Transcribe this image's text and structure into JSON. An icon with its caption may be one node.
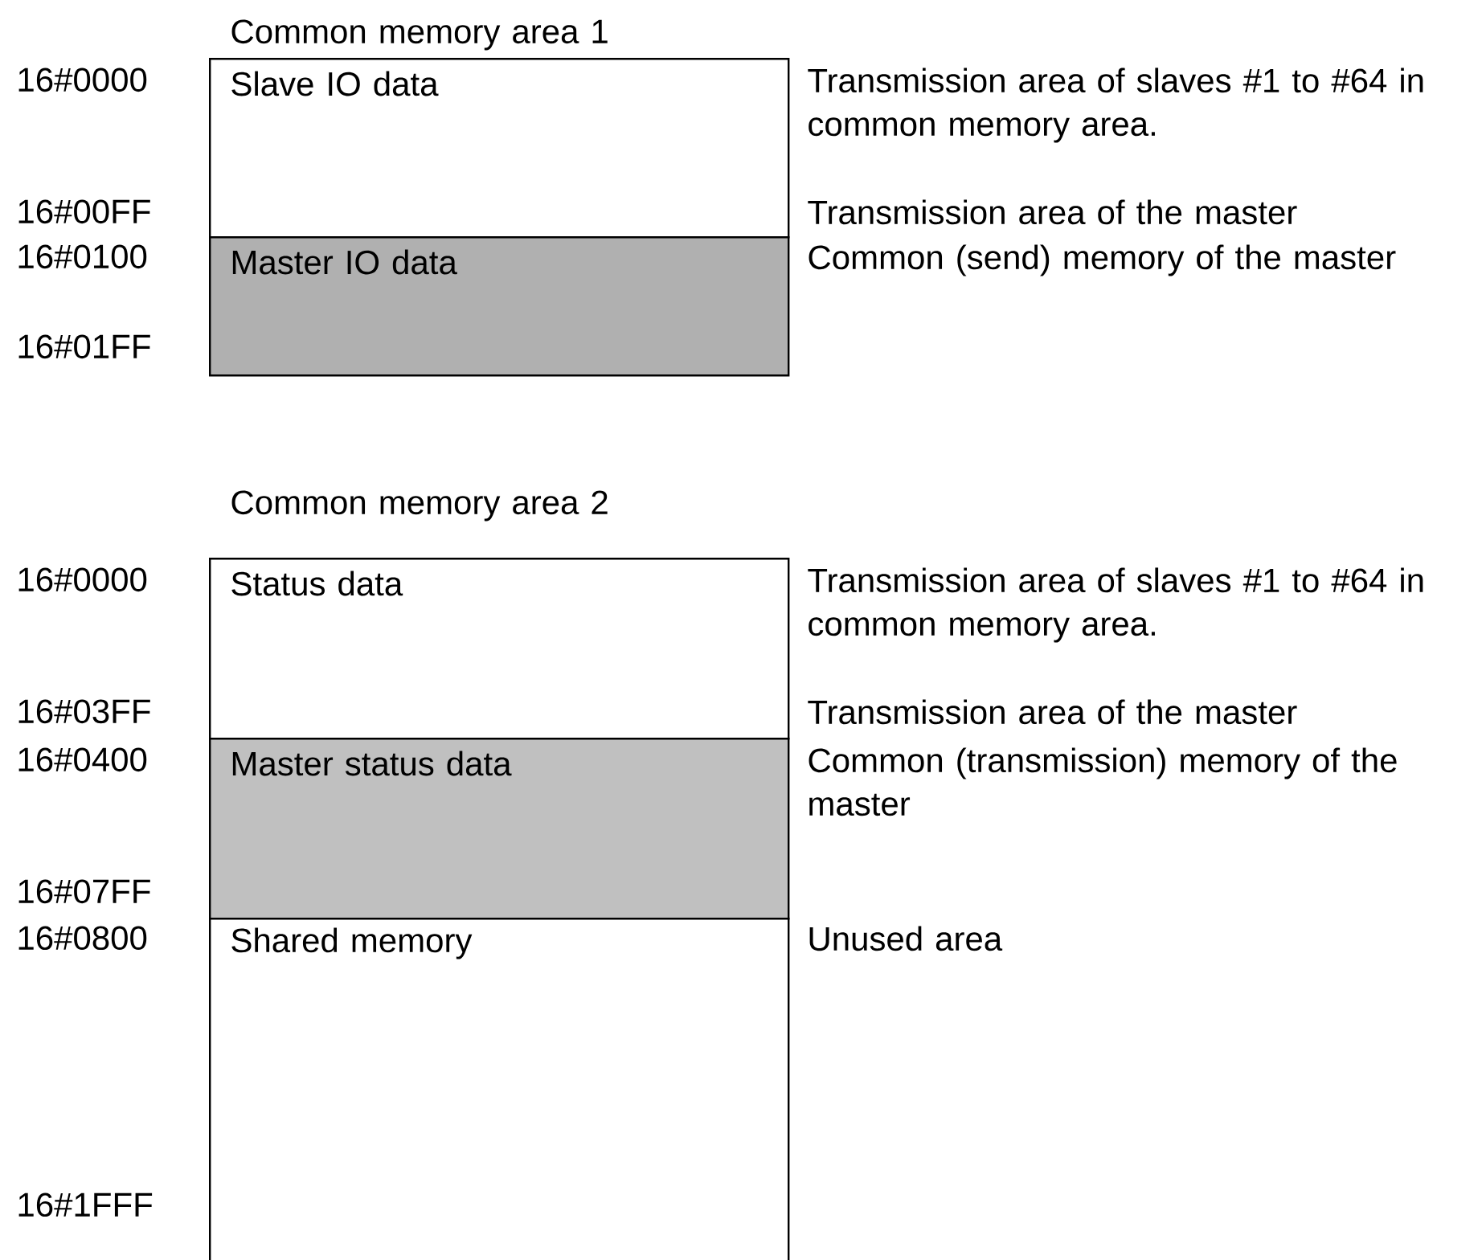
{
  "diagram": {
    "nodes": [
      {
        "text": [
          "Slave IO data"
        ]
      },
      {
        "text": [
          "Master IO data"
        ]
      },
      {
        "text": [
          "Status data"
        ]
      },
      {
        "text": [
          "Master status data"
        ]
      },
      {
        "text": [
          "Shared memory"
        ]
      }
    ],
    "labels": [
      "Common memory area 1",
      "16#0000",
      "Transmission area of slaves #1 to #64 in common memory area.",
      "16#00FF",
      "Transmission area of the master",
      "16#0100",
      "Common (send) memory of the master",
      "16#01FF",
      "Common memory area 2",
      "16#0000",
      "Transmission area of slaves #1 to #64 in common memory area.",
      "16#03FF",
      "Transmission area of the master",
      "16#0400",
      "Common (transmission) memory of the master",
      "16#07FF",
      "16#0800",
      "Unused area",
      "16#1FFF"
    ]
  }
}
